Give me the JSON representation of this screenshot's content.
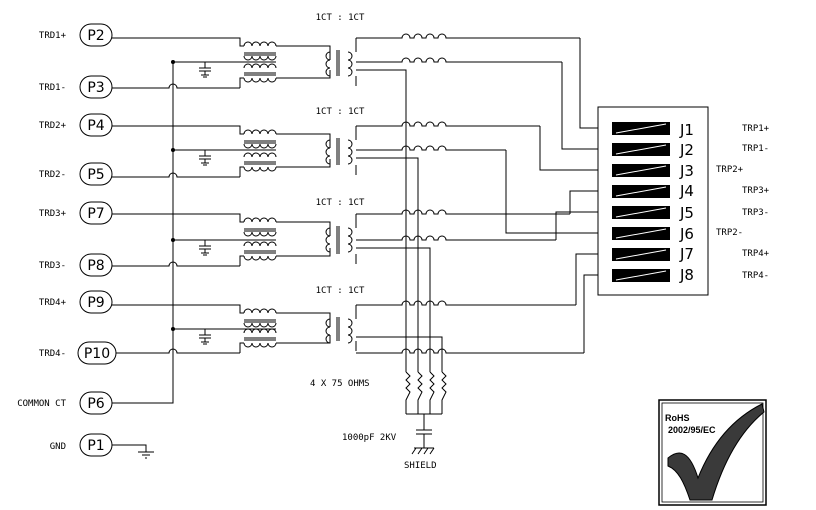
{
  "ports": [
    {
      "pin": "P2",
      "signal": "TRD1+"
    },
    {
      "pin": "P3",
      "signal": "TRD1-"
    },
    {
      "pin": "P4",
      "signal": "TRD2+"
    },
    {
      "pin": "P5",
      "signal": "TRD2-"
    },
    {
      "pin": "P7",
      "signal": "TRD3+"
    },
    {
      "pin": "P8",
      "signal": "TRD3-"
    },
    {
      "pin": "P9",
      "signal": "TRD4+"
    },
    {
      "pin": "P10",
      "signal": "TRD4-"
    },
    {
      "pin": "P6",
      "signal": "COMMON CT"
    },
    {
      "pin": "P1",
      "signal": "GND"
    }
  ],
  "transformer_ratio": [
    "1CT : 1CT",
    "1CT : 1CT",
    "1CT : 1CT",
    "1CT : 1CT"
  ],
  "jack_pins": [
    {
      "pin": "J1",
      "signal": "TRP1+"
    },
    {
      "pin": "J2",
      "signal": "TRP1-"
    },
    {
      "pin": "J3",
      "signal": "TRP2+"
    },
    {
      "pin": "J4",
      "signal": "TRP3+"
    },
    {
      "pin": "J5",
      "signal": "TRP3-"
    },
    {
      "pin": "J6",
      "signal": "TRP2-"
    },
    {
      "pin": "J7",
      "signal": "TRP4+"
    },
    {
      "pin": "J8",
      "signal": "TRP4-"
    }
  ],
  "resistors_label": "4 X 75 OHMS",
  "capacitor_label": "1000pF 2KV",
  "shield_label": "SHIELD",
  "rohs": {
    "title": "RoHS",
    "directive": "2002/95/EC"
  }
}
